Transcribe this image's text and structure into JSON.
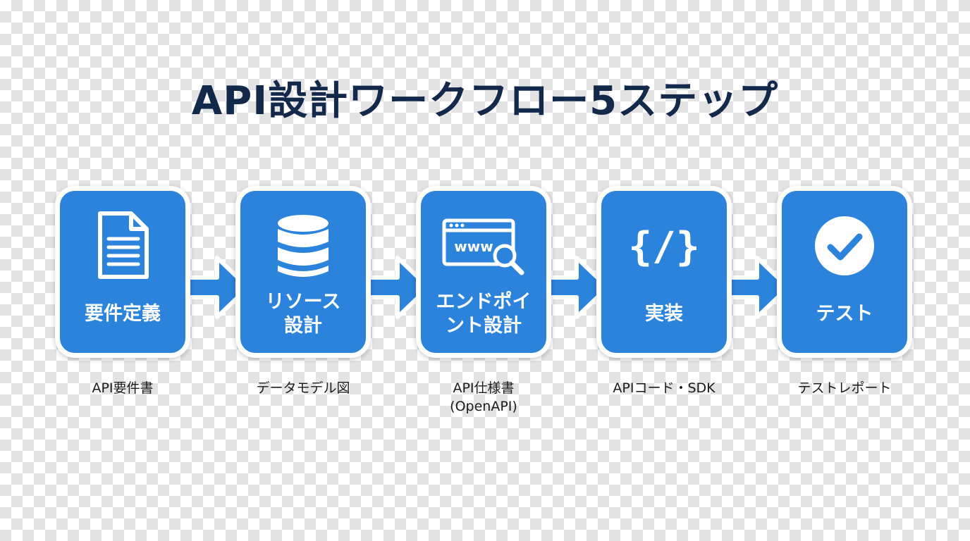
{
  "title": "API設計ワークフロー5ステップ",
  "colors": {
    "step_fill": "#2b83dc",
    "step_border": "#ffffff",
    "title_text": "#13294b",
    "label_text": "#ffffff",
    "deliverable_text": "#1a1a1a"
  },
  "steps": [
    {
      "icon": "document-icon",
      "label": "要件定義",
      "deliverable": "API要件書"
    },
    {
      "icon": "database-icon",
      "label": "リソース\n設計",
      "deliverable": "データモデル図"
    },
    {
      "icon": "web-search-icon",
      "icon_text": "www",
      "label": "エンドポイ\nント設計",
      "deliverable": "API仕様書\n(OpenAPI)"
    },
    {
      "icon": "code-icon",
      "icon_text": "{/}",
      "label": "実装",
      "deliverable": "APIコード・SDK"
    },
    {
      "icon": "check-circle-icon",
      "label": "テスト",
      "deliverable": "テストレポート"
    }
  ]
}
